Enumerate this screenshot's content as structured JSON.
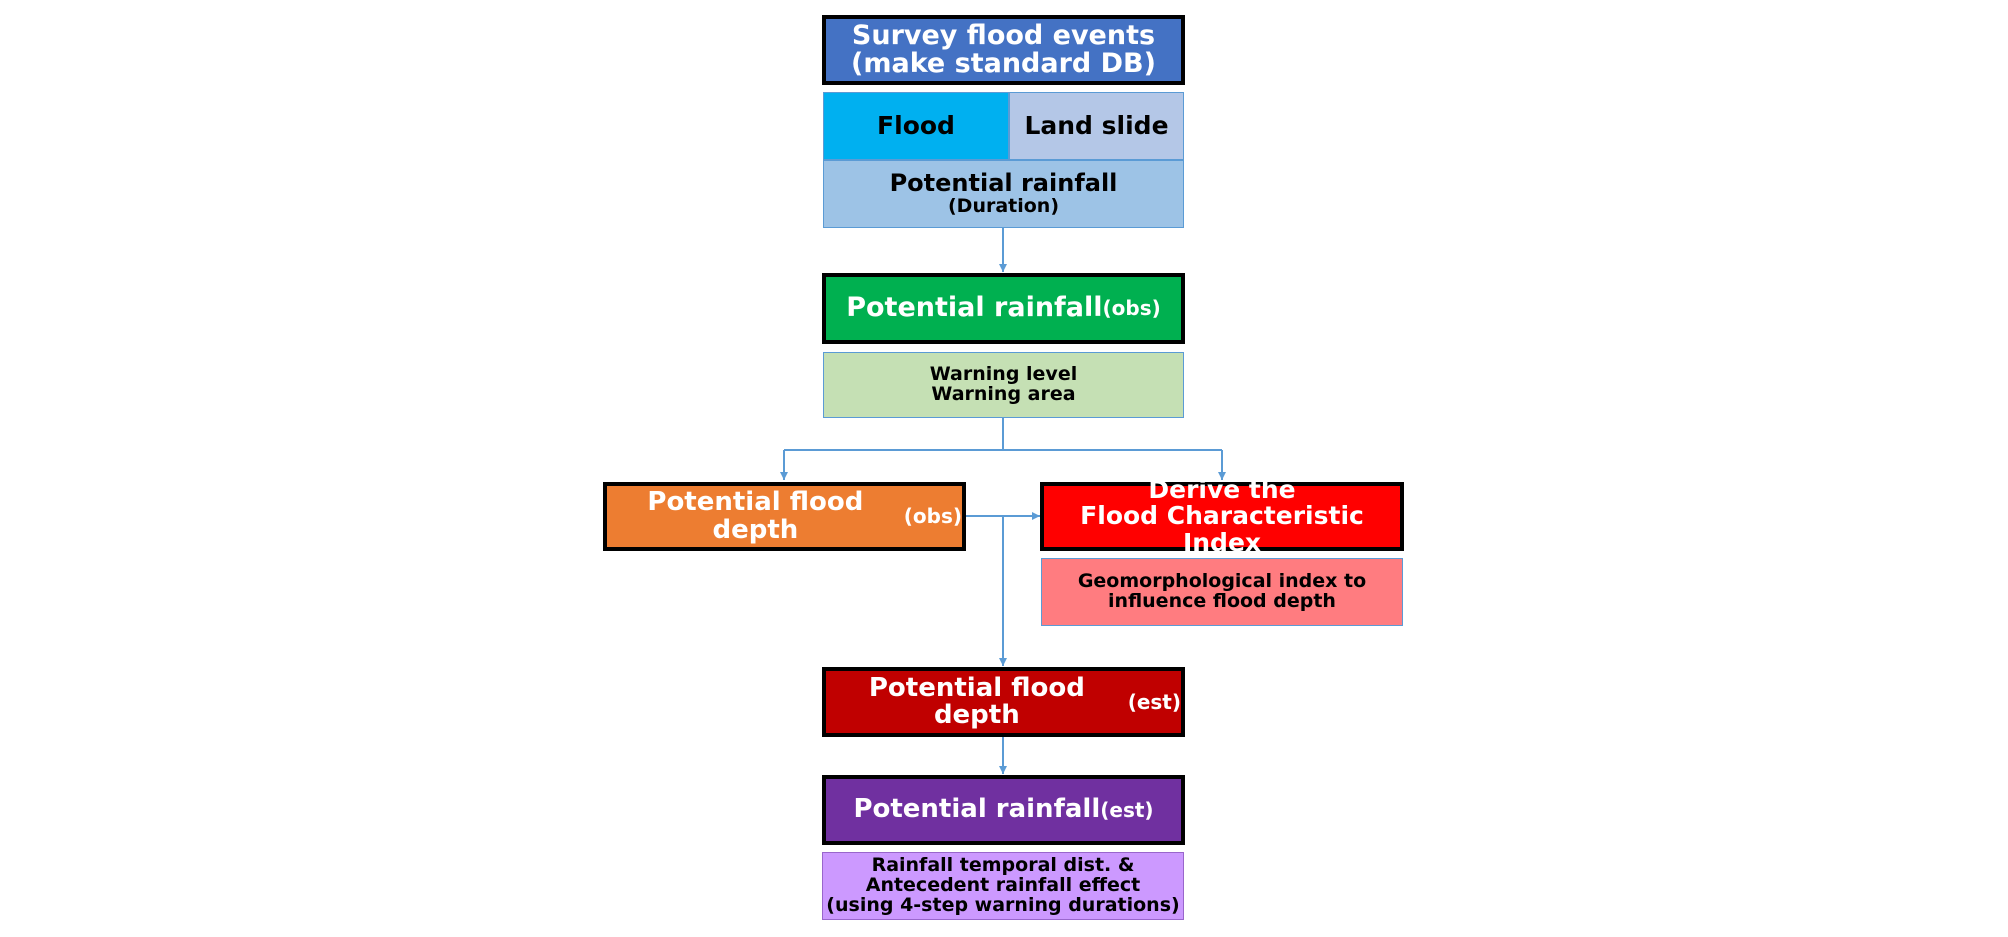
{
  "nodes": {
    "survey": {
      "line1": "Survey flood events",
      "line2": "(make standard DB)",
      "color": "#4472c4"
    },
    "flood": {
      "label": "Flood",
      "color": "#00b0f0"
    },
    "landslide": {
      "label": "Land slide",
      "color": "#b4c7e7"
    },
    "potential_rainfall_duration": {
      "line1": "Potential rainfall",
      "line2": "(Duration)",
      "color": "#9dc3e6"
    },
    "potential_rainfall_obs": {
      "main": "Potential rainfall",
      "suffix": "(obs)",
      "color": "#00b050"
    },
    "warning": {
      "line1": "Warning level",
      "line2": "Warning area",
      "color": "#c5e0b4"
    },
    "flood_depth_obs": {
      "main": "Potential flood depth",
      "suffix": "(obs)",
      "color": "#ed7d31"
    },
    "derive_index": {
      "line1": "Derive the",
      "line2": "Flood Characteristic Index",
      "color": "#ff0000"
    },
    "geomorph": {
      "line1": "Geomorphological index to",
      "line2": "influence flood depth",
      "color": "#ff7c80"
    },
    "flood_depth_est": {
      "main": "Potential flood depth",
      "suffix": "(est)",
      "color": "#c00000"
    },
    "potential_rainfall_est": {
      "main": "Potential rainfall",
      "suffix": "(est)",
      "color": "#7030a0"
    },
    "rainfall_temporal": {
      "line1": "Rainfall temporal dist. &",
      "line2": "Antecedent rainfall effect",
      "line3": "(using 4-step warning durations)",
      "color": "#cc99ff"
    }
  },
  "connector_color": "#5b9bd5"
}
